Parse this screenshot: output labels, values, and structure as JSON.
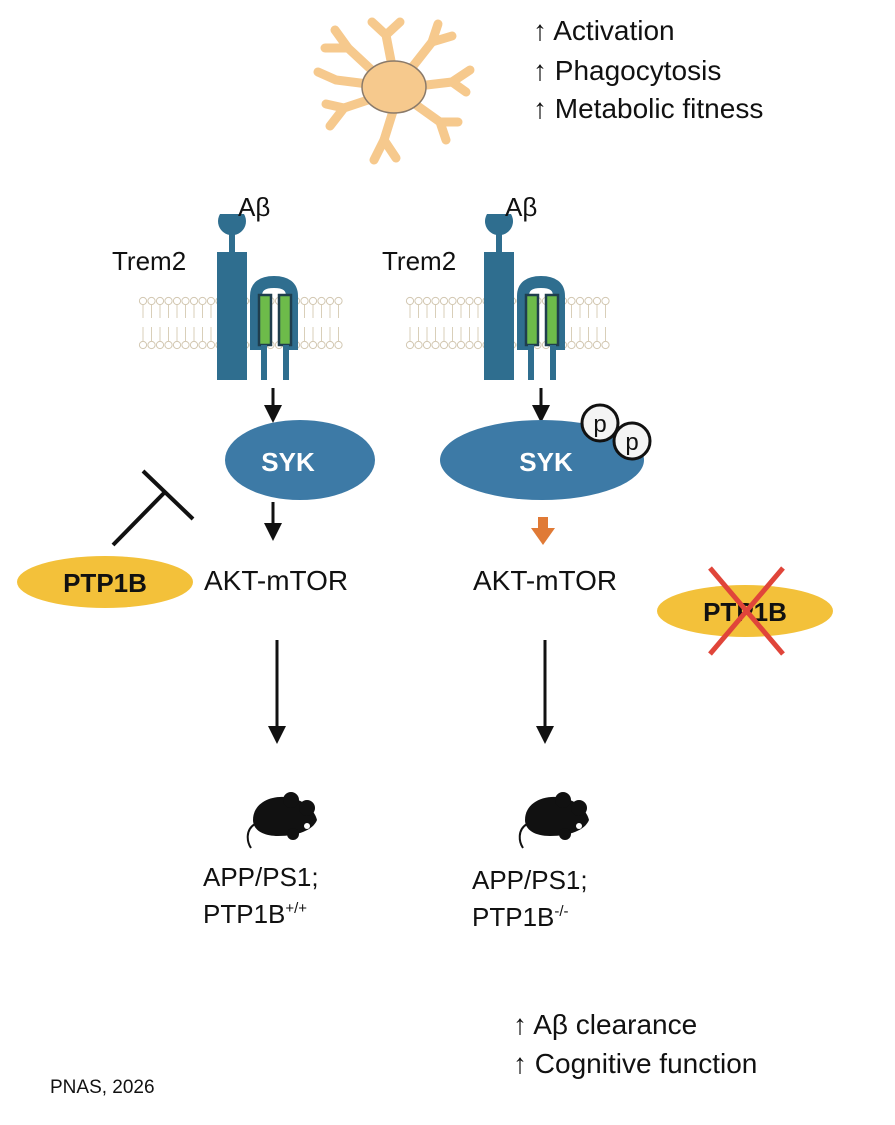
{
  "top_effects": {
    "activation": "↑ Activation",
    "phagocytosis": "↑ Phagocytosis",
    "metabolic": "↑ Metabolic fitness"
  },
  "left_panel": {
    "ligand": "Aβ",
    "receptor": "Trem2",
    "kinase": "SYK",
    "pathway": "AKT-mTOR",
    "inhibitor": "PTP1B",
    "genotype_line1": "APP/PS1;",
    "genotype_line2_base": "PTP1B",
    "genotype_line2_sup": "+/+"
  },
  "right_panel": {
    "ligand": "Aβ",
    "receptor": "Trem2",
    "kinase": "SYK",
    "phospho_1": "p",
    "phospho_2": "p",
    "pathway": "AKT-mTOR",
    "inhibitor_knocked_out": "PTP1B",
    "genotype_line1": "APP/PS1;",
    "genotype_line2_base": "PTP1B",
    "genotype_line2_sup": "-/-"
  },
  "bottom_effects": {
    "clearance": "↑ Aβ clearance",
    "cognitive": "↑ Cognitive function"
  },
  "citation": "PNAS, 2026",
  "colors": {
    "receptor_blue": "#2f6e8f",
    "syk_blue": "#3d7aa6",
    "ptp1b_yellow": "#f3c13a",
    "microglia_orange": "#f6c98d",
    "tm_green": "#6dbb4a",
    "phospho_arrow_orange": "#e07a36",
    "knockout_red": "#e0453a"
  }
}
